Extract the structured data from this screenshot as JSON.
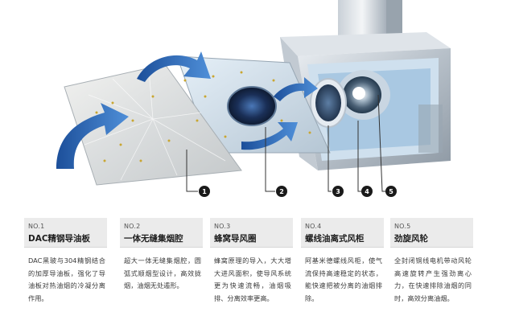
{
  "callouts": [
    "1",
    "2",
    "3",
    "4",
    "5"
  ],
  "features": [
    {
      "no": "NO.1",
      "title": "DAC精钢导油板",
      "desc": "DAC黑玻与304精钢结合的加厚导油板，强化了导油板对热油烟的冷凝分离作用。"
    },
    {
      "no": "NO.2",
      "title": "一体无缝集烟腔",
      "desc": "超大一体无缝集烟腔，圆弧式顺烟型设计，高效拢烟，油烟无处遁形。"
    },
    {
      "no": "NO.3",
      "title": "蜂窝导风圈",
      "desc": "蜂窝原理的导入，大大增大进风面积，使导风系统更为快速流畅，油烟吸排、分离效率更高。"
    },
    {
      "no": "NO.4",
      "title": "螺线油离式风柜",
      "desc": "阿基米德螺线风柜，使气流保持高速稳定的状态，能快速把被分离的油烟排除。"
    },
    {
      "no": "NO.5",
      "title": "劲旋风轮",
      "desc": "全封闭铜线电机带动风轮高速旋转产生强劲离心力，在快速排除油烟的同时，高效分离油烟。"
    }
  ],
  "colors": {
    "accent_blue": "#2f6fc6",
    "callout_dark": "#1a1a1a",
    "card_header": "#ebebeb"
  }
}
